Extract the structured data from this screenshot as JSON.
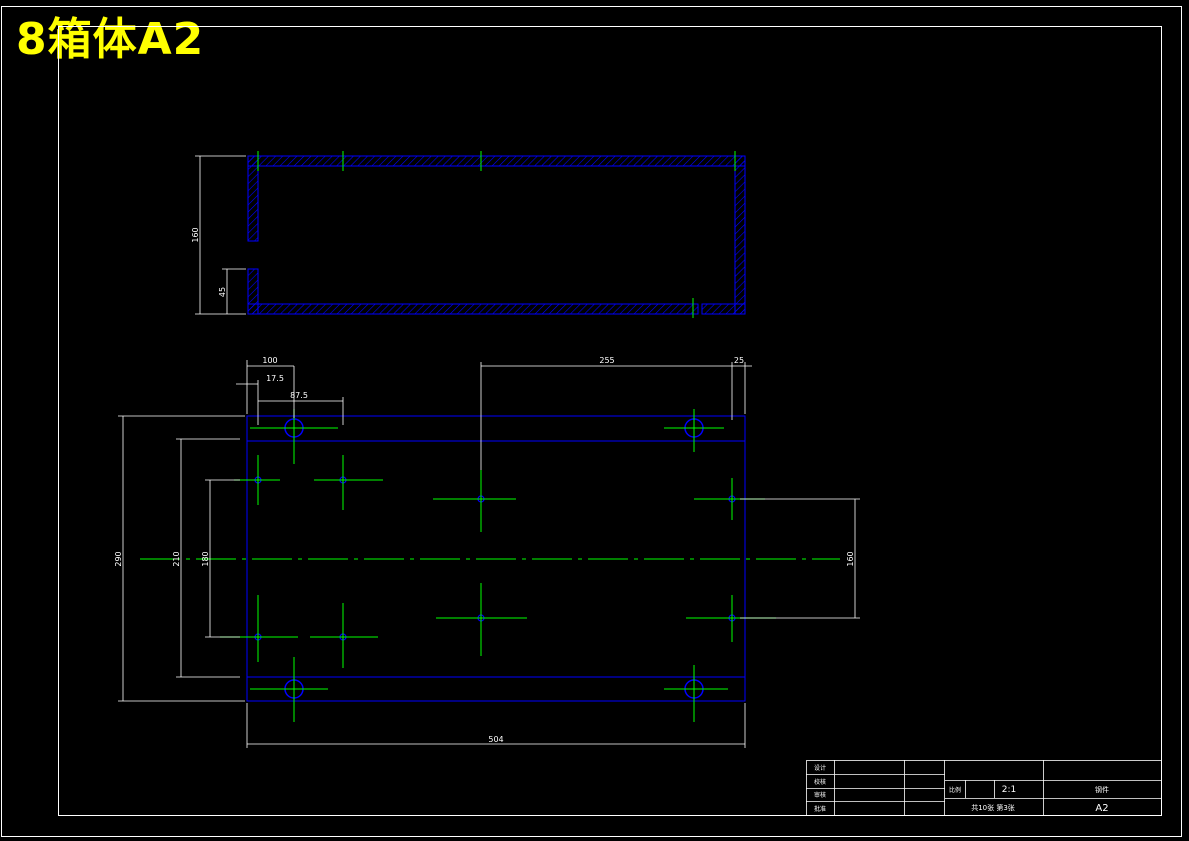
{
  "sheet_title": "8箱体A2",
  "colors": {
    "background": "#000000",
    "frame": "#ffffff",
    "part_outline": "#0000ff",
    "center_line": "#00ff00",
    "dimension": "#ffffff",
    "title_text": "#ffff00"
  },
  "section_view": {
    "dimensions": {
      "height": "160",
      "slot_height": "45"
    }
  },
  "plan_view": {
    "dimensions": {
      "width": "504",
      "left_offset_100": "100",
      "left_offset_17_5": "17.5",
      "left_offset_87_5": "87.5",
      "right_offset_255": "255",
      "right_offset_25": "25",
      "overall_height": "290",
      "height_210": "210",
      "height_180": "180",
      "height_160": "160"
    }
  },
  "title_block": {
    "row_labels": [
      "设计",
      "校核",
      "审核",
      "批准"
    ],
    "scale_label": "比例",
    "scale_value": "2:1",
    "material": "钢件",
    "sheet_info": "共10张 第3张",
    "sheet_size": "A2"
  }
}
